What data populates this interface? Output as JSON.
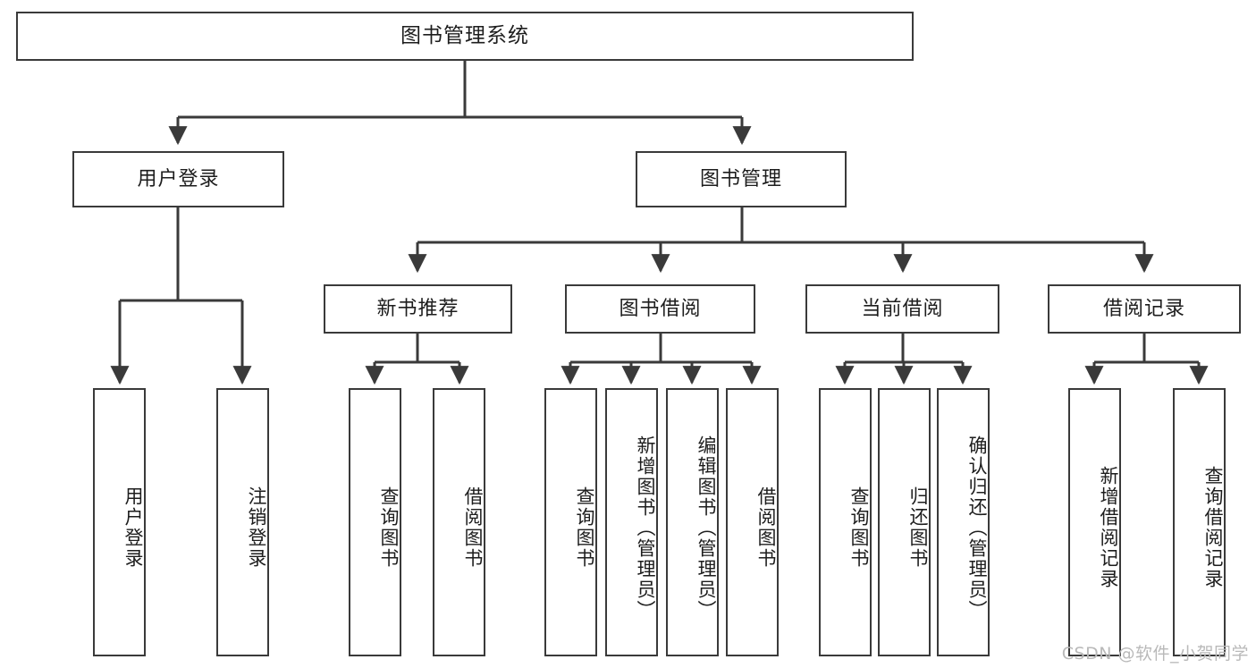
{
  "diagram": {
    "title": "图书管理系统",
    "type": "tree",
    "levels": 4,
    "root": {
      "id": "root",
      "label": "图书管理系统"
    },
    "level2": [
      {
        "id": "user-login",
        "label": "用户登录"
      },
      {
        "id": "book-manage",
        "label": "图书管理"
      }
    ],
    "level3": [
      {
        "id": "new-book-rec",
        "label": "新书推荐",
        "parent": "book-manage"
      },
      {
        "id": "book-borrow",
        "label": "图书借阅",
        "parent": "book-manage"
      },
      {
        "id": "current-borrow",
        "label": "当前借阅",
        "parent": "book-manage"
      },
      {
        "id": "borrow-record",
        "label": "借阅记录",
        "parent": "book-manage"
      }
    ],
    "leaves": {
      "user_login": [
        {
          "id": "leaf-user-login",
          "label": "用户登录"
        },
        {
          "id": "leaf-logout-login",
          "label": "注销登录"
        }
      ],
      "new_book_rec": [
        {
          "id": "leaf-query-book-1",
          "label": "查询图书"
        },
        {
          "id": "leaf-borrow-book-1",
          "label": "借阅图书"
        }
      ],
      "book_borrow": [
        {
          "id": "leaf-query-book-2",
          "label": "查询图书"
        },
        {
          "id": "leaf-add-book",
          "label": "新增图书（管理员）"
        },
        {
          "id": "leaf-edit-book",
          "label": "编辑图书（管理员）"
        },
        {
          "id": "leaf-borrow-book-2",
          "label": "借阅图书"
        }
      ],
      "current_borrow": [
        {
          "id": "leaf-query-book-3",
          "label": "查询图书"
        },
        {
          "id": "leaf-return-book",
          "label": "归还图书"
        },
        {
          "id": "leaf-confirm-return",
          "label": "确认归还（管理员）"
        }
      ],
      "borrow_record": [
        {
          "id": "leaf-add-record",
          "label": "新增借阅记录"
        },
        {
          "id": "leaf-query-record",
          "label": "查询借阅记录"
        }
      ]
    }
  },
  "watermark": {
    "text": "CSDN @软件_小贺同学"
  },
  "colors": {
    "stroke": "#3a3a3a",
    "background": "#ffffff",
    "text": "#1d1d1d",
    "watermark": "#b9b9b9"
  }
}
